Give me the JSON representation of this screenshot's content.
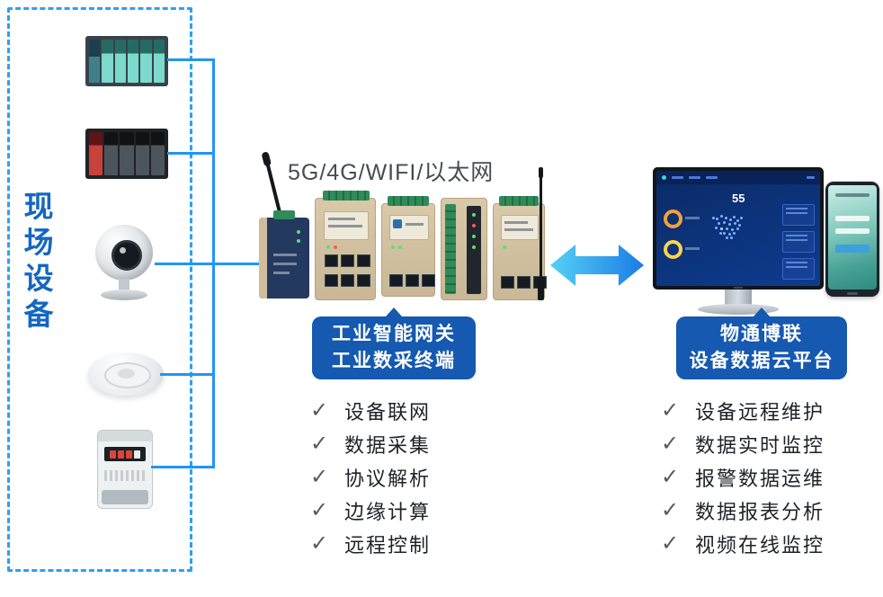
{
  "left_panel": {
    "title": "现场设备",
    "devices": [
      "plc-compact",
      "plc-modular",
      "ip-camera",
      "smoke-detector",
      "energy-meter"
    ]
  },
  "gateway": {
    "connectivity": "5G/4G/WIFI/以太网",
    "bubble": [
      "工业智能网关",
      "工业数采终端"
    ],
    "features": [
      "设备联网",
      "数据采集",
      "协议解析",
      "边缘计算",
      "远程控制"
    ]
  },
  "cloud": {
    "bubble": [
      "物通博联",
      "设备数据云平台"
    ],
    "features": [
      "设备远程维护",
      "数据实时监控",
      "报警数据运维",
      "数据报表分析",
      "视频在线监控"
    ],
    "monitor_value": "55"
  },
  "checkmark": "✓",
  "colors": {
    "dashed_border": "#2aa1f1",
    "connector_blue": "#2196f3",
    "title_blue": "#1467c0",
    "bubble_blue": "#1559b0",
    "arrow_start": "#55d1f5",
    "arrow_end": "#1b7ce6",
    "screen_navy": "#0b2a66",
    "gateway_beige": "#d2c2a2",
    "terminal_green": "#2f8b59"
  }
}
